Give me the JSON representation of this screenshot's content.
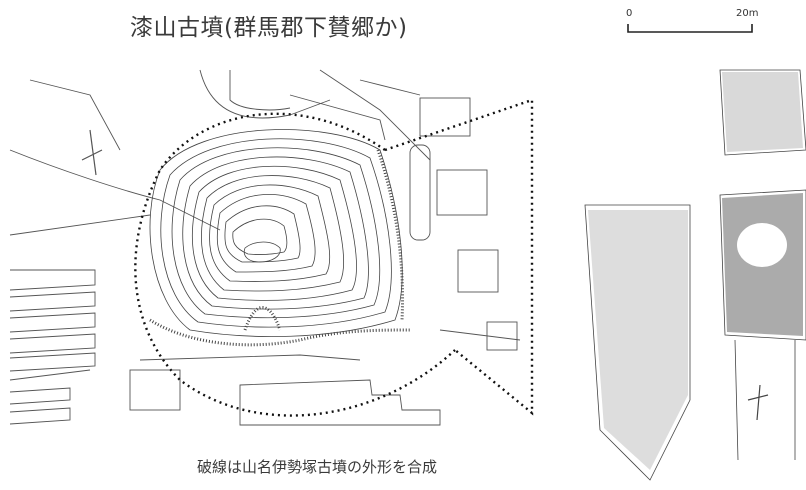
{
  "title": "漆山古墳(群馬郡下賛郷か)",
  "scale": {
    "start_label": "0",
    "end_label": "20m"
  },
  "caption": "破線は山名伊勢塚古墳の外形を合成"
}
